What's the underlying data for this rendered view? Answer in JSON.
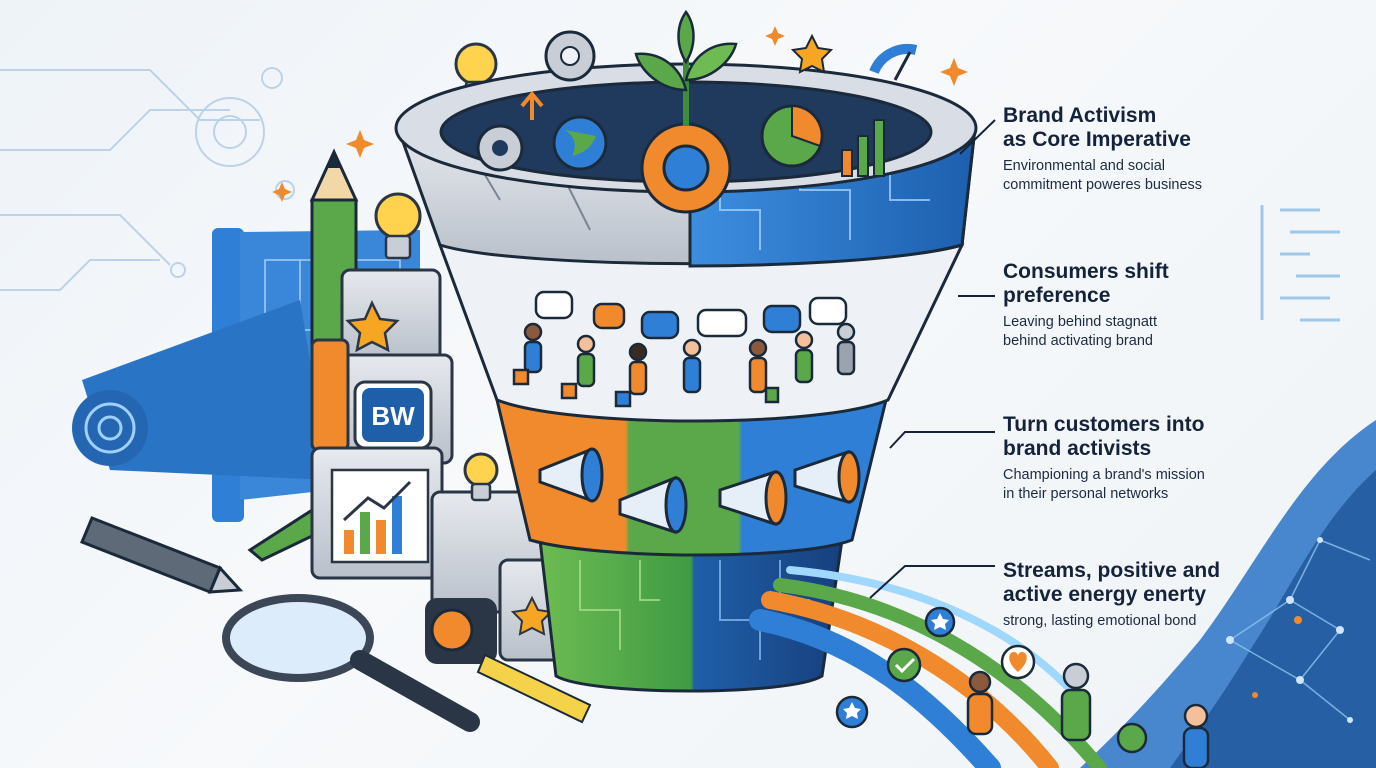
{
  "logo_text": "BW",
  "colors": {
    "blue": "#2f7fd6",
    "dark_blue": "#1a3f73",
    "orange": "#f08a2c",
    "green": "#5aa84a",
    "stone": "#c9ced6",
    "navy_text": "#15233a"
  },
  "stages": [
    {
      "id": "activism",
      "title_lines": [
        "Brand Activism",
        "as Core Imperative"
      ],
      "sub_lines": [
        "Environmental and social",
        "commitment poweres business"
      ]
    },
    {
      "id": "preference",
      "title_lines": [
        "Consumers shift",
        "preference"
      ],
      "sub_lines": [
        "Leaving behind stagnatt",
        "behind activating brand"
      ]
    },
    {
      "id": "activists",
      "title_lines": [
        "Turn customers into",
        "brand activists"
      ],
      "sub_lines": [
        "Championing a brand's mission",
        "in their personal networks"
      ]
    },
    {
      "id": "energy",
      "title_lines": [
        "Streams, positive and",
        "active energy enerty"
      ],
      "sub_lines": [
        "strong, lasting emotional bond"
      ]
    }
  ]
}
